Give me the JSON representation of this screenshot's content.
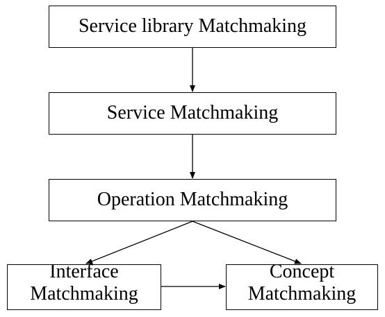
{
  "diagram": {
    "nodes": {
      "service_library": {
        "label": "Service library Matchmaking"
      },
      "service": {
        "label": "Service Matchmaking"
      },
      "operation": {
        "label": "Operation Matchmaking"
      },
      "interface": {
        "line1": "Interface",
        "line2": "Matchmaking"
      },
      "concept": {
        "line1": "Concept",
        "line2": "Matchmaking"
      }
    },
    "edges": [
      {
        "from": "service_library",
        "to": "service"
      },
      {
        "from": "service",
        "to": "operation"
      },
      {
        "from": "operation",
        "to": "interface"
      },
      {
        "from": "operation",
        "to": "concept"
      },
      {
        "from": "interface",
        "to": "concept"
      }
    ],
    "colors": {
      "stroke": "#000000",
      "background": "#ffffff"
    }
  }
}
